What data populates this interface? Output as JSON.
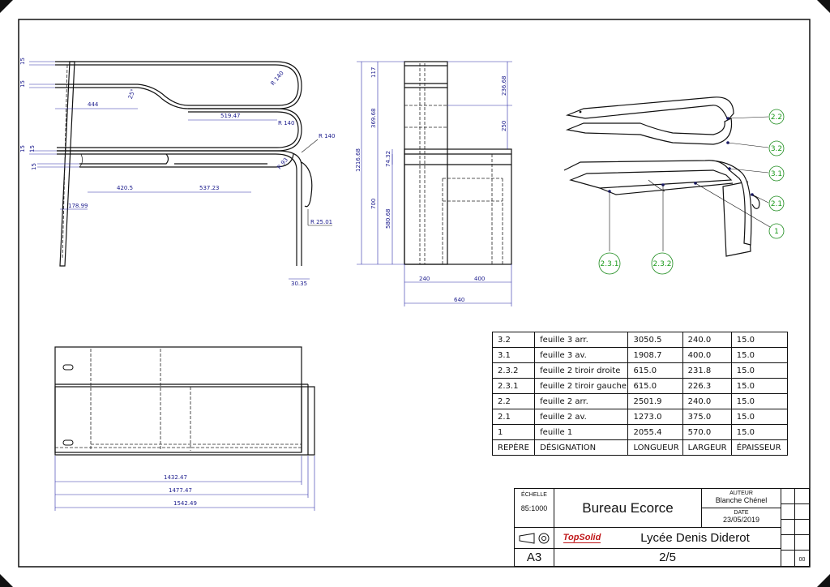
{
  "drawing": {
    "dimensions_side": {
      "d15a": "15",
      "d15b": "15",
      "d15c": "15",
      "d15d": "15",
      "d15e": "15",
      "d444": "444",
      "d25": "25°",
      "d51947": "519.47",
      "dR140a": "R 140",
      "dR140b": "R 140",
      "dR140c": "R 140",
      "dR93": "R 93",
      "d4205": "420.5",
      "d53723": "537.23",
      "d17899": "178.99",
      "dR2501": "R 25.01",
      "d3035": "30.35"
    },
    "dimensions_front": {
      "d117": "117",
      "d23668": "236.68",
      "d36968": "369.68",
      "d250": "250",
      "d121668": "1216.68",
      "d7432": "74.32",
      "d700": "700",
      "d58068": "580.68",
      "d240": "240",
      "d400": "400",
      "d640": "640"
    },
    "dimensions_top": {
      "d143247": "1432.47",
      "d147747": "1477.47",
      "d154249": "1542.49"
    },
    "callouts": [
      "2.2",
      "3.2",
      "3.1",
      "2.1",
      "1",
      "2.3.1",
      "2.3.2"
    ]
  },
  "bom": {
    "rows": [
      [
        "3.2",
        "feuille 3 arr.",
        "3050.5",
        "240.0",
        "15.0"
      ],
      [
        "3.1",
        "feuille 3 av.",
        "1908.7",
        "400.0",
        "15.0"
      ],
      [
        "2.3.2",
        "feuille 2 tiroir droite",
        "615.0",
        "231.8",
        "15.0"
      ],
      [
        "2.3.1",
        "feuille 2 tiroir gauche",
        "615.0",
        "226.3",
        "15.0"
      ],
      [
        "2.2",
        "feuille 2 arr.",
        "2501.9",
        "240.0",
        "15.0"
      ],
      [
        "2.1",
        "feuille 2 av.",
        "1273.0",
        "375.0",
        "15.0"
      ],
      [
        "1",
        "feuille 1",
        "2055.4",
        "570.0",
        "15.0"
      ]
    ],
    "header": [
      "REPÈRE",
      "DÉSIGNATION",
      "LONGUEUR",
      "LARGEUR",
      "ÉPAISSEUR"
    ]
  },
  "title_block": {
    "scale_label": "ÉCHELLE",
    "scale": "85:1000",
    "title": "Bureau Ecorce",
    "author_label": "AUTEUR",
    "author": "Blanche Chénel",
    "date_label": "DATE",
    "date": "23/05/2019",
    "logo": "TopSolid",
    "school": "Lycée Denis Diderot",
    "format": "A3",
    "sheet": "2/5",
    "revision": "00"
  }
}
